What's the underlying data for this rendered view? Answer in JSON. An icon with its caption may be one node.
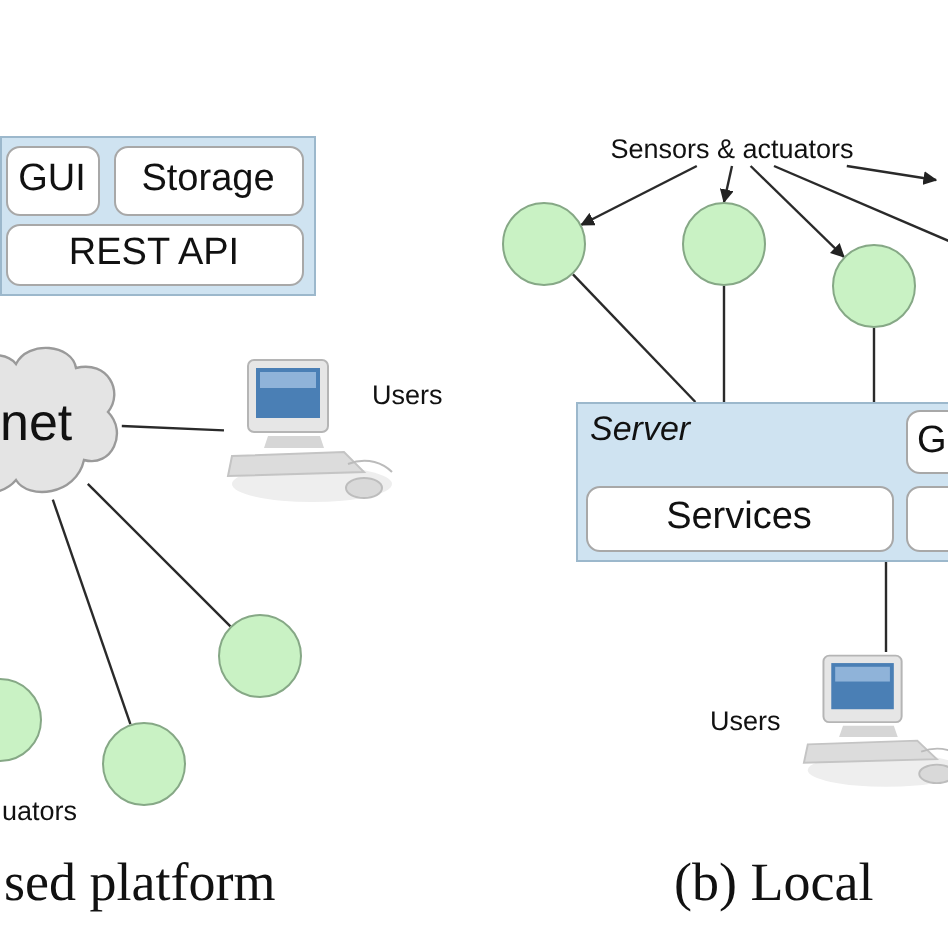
{
  "diagram": {
    "nodes": [
      {
        "text": [],
        "shape": "box"
      },
      {
        "text": [
          "GUI"
        ],
        "in": 0
      },
      {
        "text": [
          "Storage"
        ],
        "in": 0
      },
      {
        "text": [
          "REST API"
        ],
        "in": 0
      },
      {
        "text": [
          "net"
        ]
      },
      {
        "text": [],
        "shape": "picture",
        "beside": [
          "Users"
        ]
      },
      {
        "text": [],
        "shape": "circle"
      },
      {
        "text": [],
        "shape": "circle"
      },
      {
        "text": [],
        "shape": "circle"
      },
      {
        "text": [
          "Sensors & actuators"
        ]
      },
      {
        "text": [],
        "shape": "circle"
      },
      {
        "text": [],
        "shape": "circle"
      },
      {
        "text": [],
        "shape": "circle"
      },
      {
        "text": [
          "Server"
        ]
      },
      {
        "text": [
          "G"
        ],
        "in": 13
      },
      {
        "text": [
          "Services"
        ],
        "in": 13
      },
      {
        "text": [],
        "shape": "box",
        "in": 13
      },
      {
        "text": [],
        "shape": "picture",
        "beside": [
          "Users"
        ]
      }
    ],
    "edges": [
      {
        "from": 4,
        "to": 5,
        "arrow": "none"
      },
      {
        "from": 4,
        "to": 7,
        "arrow": "none"
      },
      {
        "from": 4,
        "to": 8,
        "arrow": "none"
      },
      {
        "from": 9,
        "to": 10,
        "arrow": "to"
      },
      {
        "from": 9,
        "to": 11,
        "arrow": "to"
      },
      {
        "from": 9,
        "to": 12,
        "arrow": "to"
      },
      {
        "from": 9,
        "to": null,
        "arrow": "to"
      },
      {
        "from": 9,
        "to": null,
        "arrow": "none"
      },
      {
        "from": 10,
        "to": 13,
        "arrow": "none"
      },
      {
        "from": 11,
        "to": 13,
        "arrow": "none"
      },
      {
        "from": 12,
        "to": 13,
        "arrow": "none"
      },
      {
        "from": 13,
        "to": 17,
        "arrow": "none"
      }
    ],
    "labels": [
      "uators",
      "sed platform",
      "(b) Local"
    ]
  }
}
